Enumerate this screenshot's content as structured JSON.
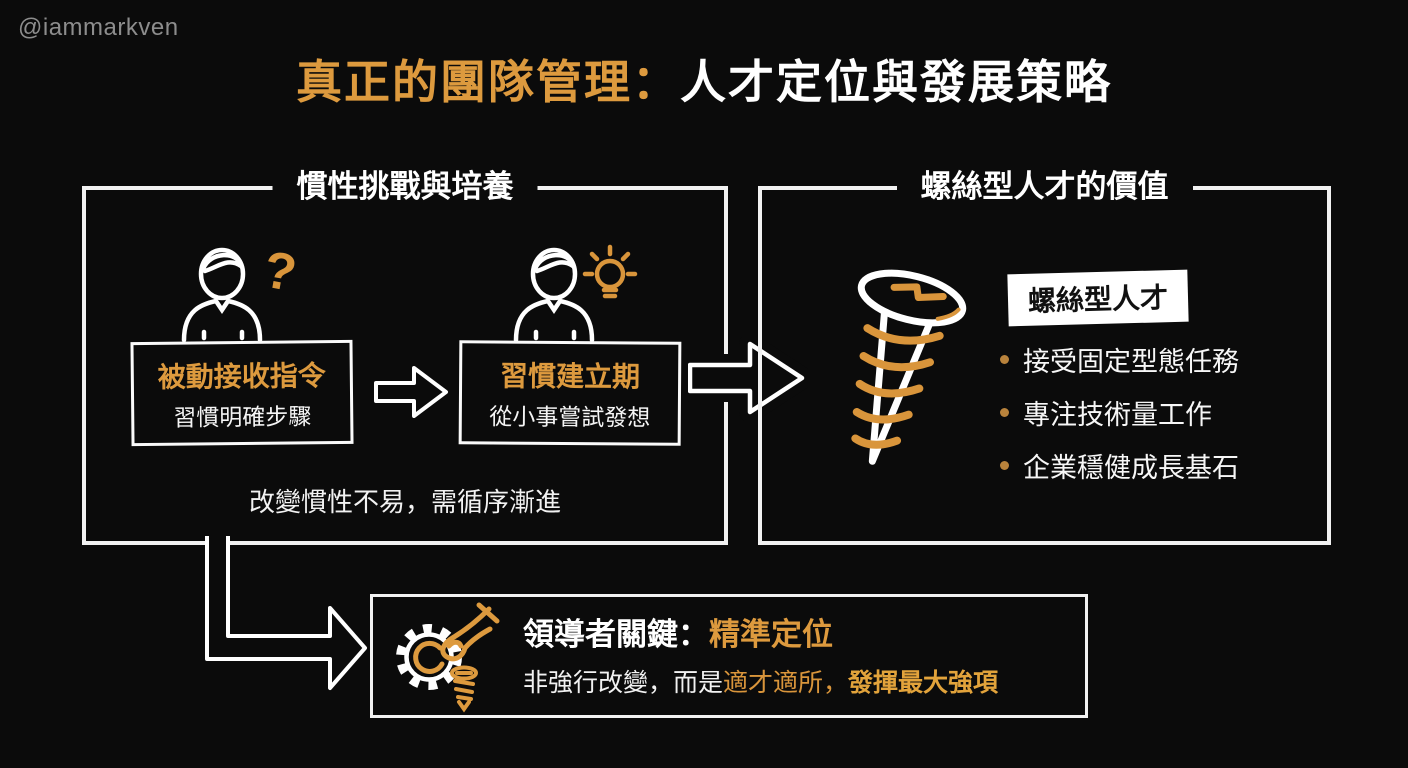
{
  "watermark": "@iammarkven",
  "colors": {
    "background": "#0B0B0B",
    "accent_orange": "#DD9A3E",
    "bullet_orange": "#B9833C",
    "text_white": "#F5F5F5",
    "label_bg": "#FFFFFF",
    "label_text": "#111111",
    "watermark_gray": "#8D8D8D"
  },
  "header": {
    "title_orange": "真正的團隊管理：",
    "title_white": "人才定位與發展策略"
  },
  "left_panel": {
    "title": "慣性挑戰與培養",
    "stage1": {
      "title": "被動接收指令",
      "subtitle": "習慣明確步驟"
    },
    "stage2": {
      "title": "習慣建立期",
      "subtitle": "從小事嘗試發想"
    },
    "note": "改變慣性不易，需循序漸進"
  },
  "right_panel": {
    "title": "螺絲型人才的價值",
    "label": "螺絲型人才",
    "bullets": [
      "接受固定型態任務",
      "專注技術量工作",
      "企業穩健成長基石"
    ]
  },
  "bottom_box": {
    "title_white": "領導者關鍵：",
    "title_orange": "精準定位",
    "subtitle_white": "非強行改變，而是",
    "subtitle_orange": "適才適所，",
    "subtitle_orange_bold": "發揮最大強項"
  },
  "icons": {
    "question_glyph": "?",
    "names": [
      "person-icon",
      "question-mark-icon",
      "lightbulb-icon",
      "arrow-right-icon",
      "screw-icon",
      "gear-hand-icon",
      "elbow-arrow-icon"
    ]
  }
}
